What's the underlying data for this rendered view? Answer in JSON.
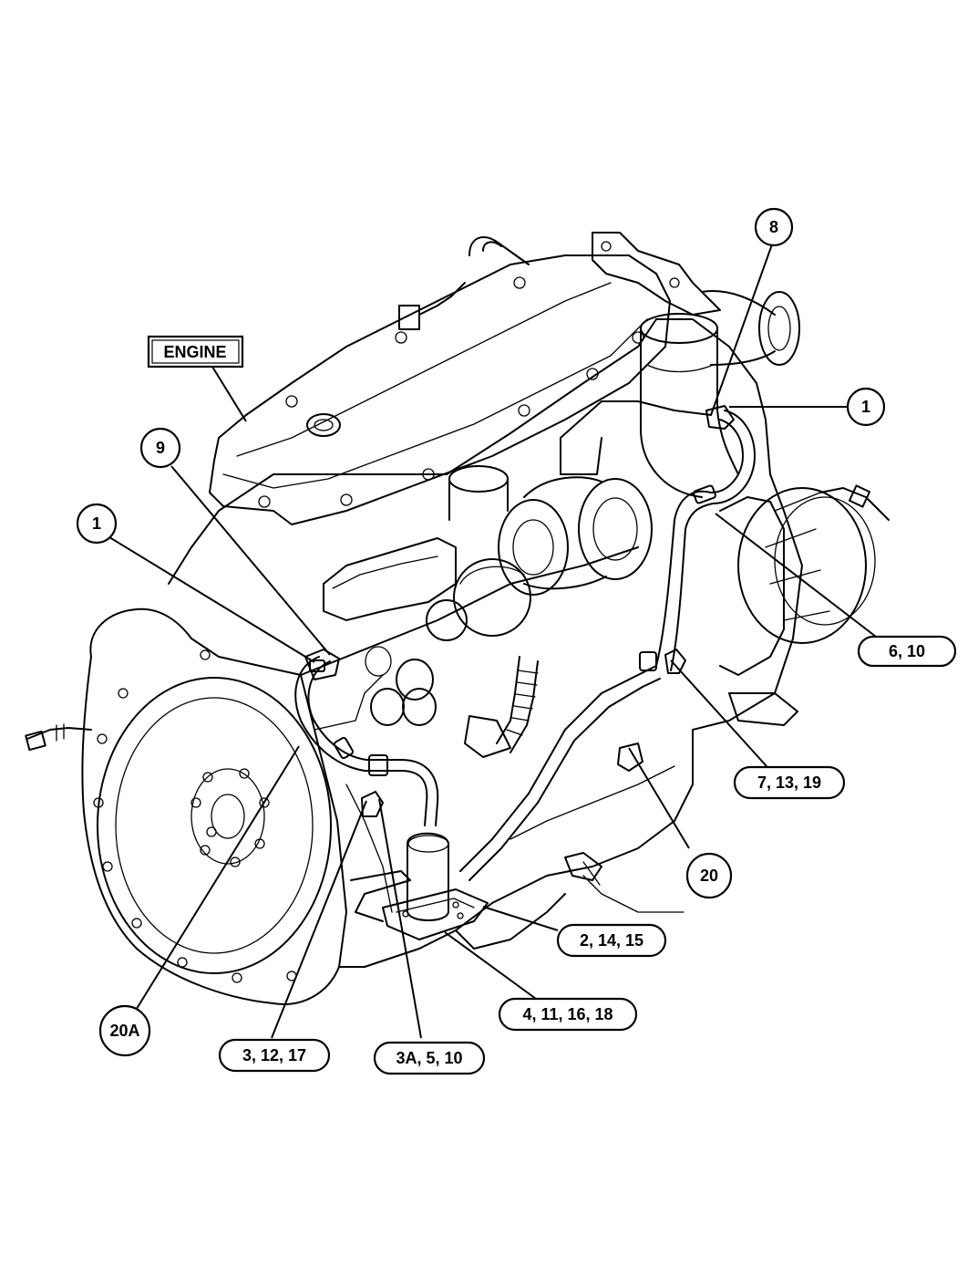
{
  "diagram": {
    "label_box": {
      "text": "ENGINE"
    },
    "callouts": [
      {
        "id": "c8",
        "text": "8"
      },
      {
        "id": "c1-right",
        "text": "1"
      },
      {
        "id": "c9",
        "text": "9"
      },
      {
        "id": "c1-left",
        "text": "1"
      },
      {
        "id": "c6-10",
        "text": "6, 10"
      },
      {
        "id": "c7-13-19",
        "text": "7, 13, 19"
      },
      {
        "id": "c20",
        "text": "20"
      },
      {
        "id": "c2-14-15",
        "text": "2, 14, 15"
      },
      {
        "id": "c4-11-16-18",
        "text": "4, 11, 16, 18"
      },
      {
        "id": "c20a",
        "text": "20A"
      },
      {
        "id": "c3-12-17",
        "text": "3, 12, 17"
      },
      {
        "id": "c3a-5-10",
        "text": "3A, 5, 10"
      }
    ]
  }
}
